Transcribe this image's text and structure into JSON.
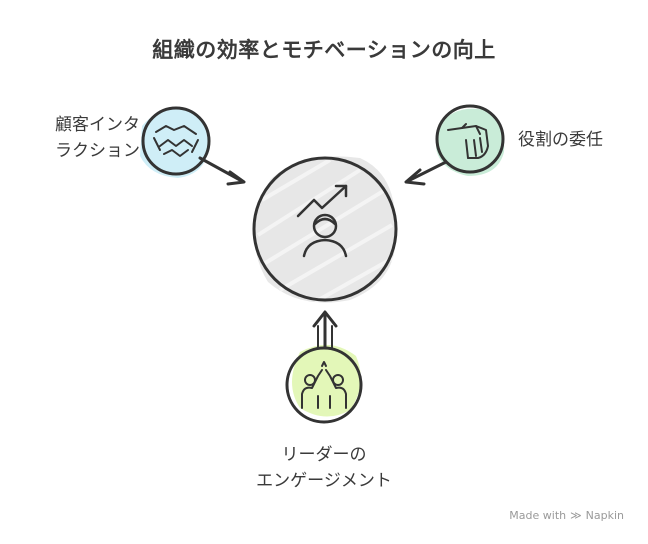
{
  "title": "組織の効率とモチベーションの向上",
  "nodes": {
    "customer": {
      "line1": "顧客インタ",
      "line2": "ラクション",
      "icon": "handshake-icon",
      "color": "#cfeef7"
    },
    "role": {
      "line1": "役割の委任",
      "icon": "hand-holding-pen-icon",
      "color": "#c9ecd8"
    },
    "leader": {
      "line1": "リーダーの",
      "line2": "エンゲージメント",
      "icon": "high-five-icon",
      "color": "#e3f7b8"
    },
    "center": {
      "icon": "person-growth-icon",
      "color": "#e6e6e6"
    }
  },
  "watermark": {
    "made_with": "Made with",
    "brand": "Napkin"
  }
}
